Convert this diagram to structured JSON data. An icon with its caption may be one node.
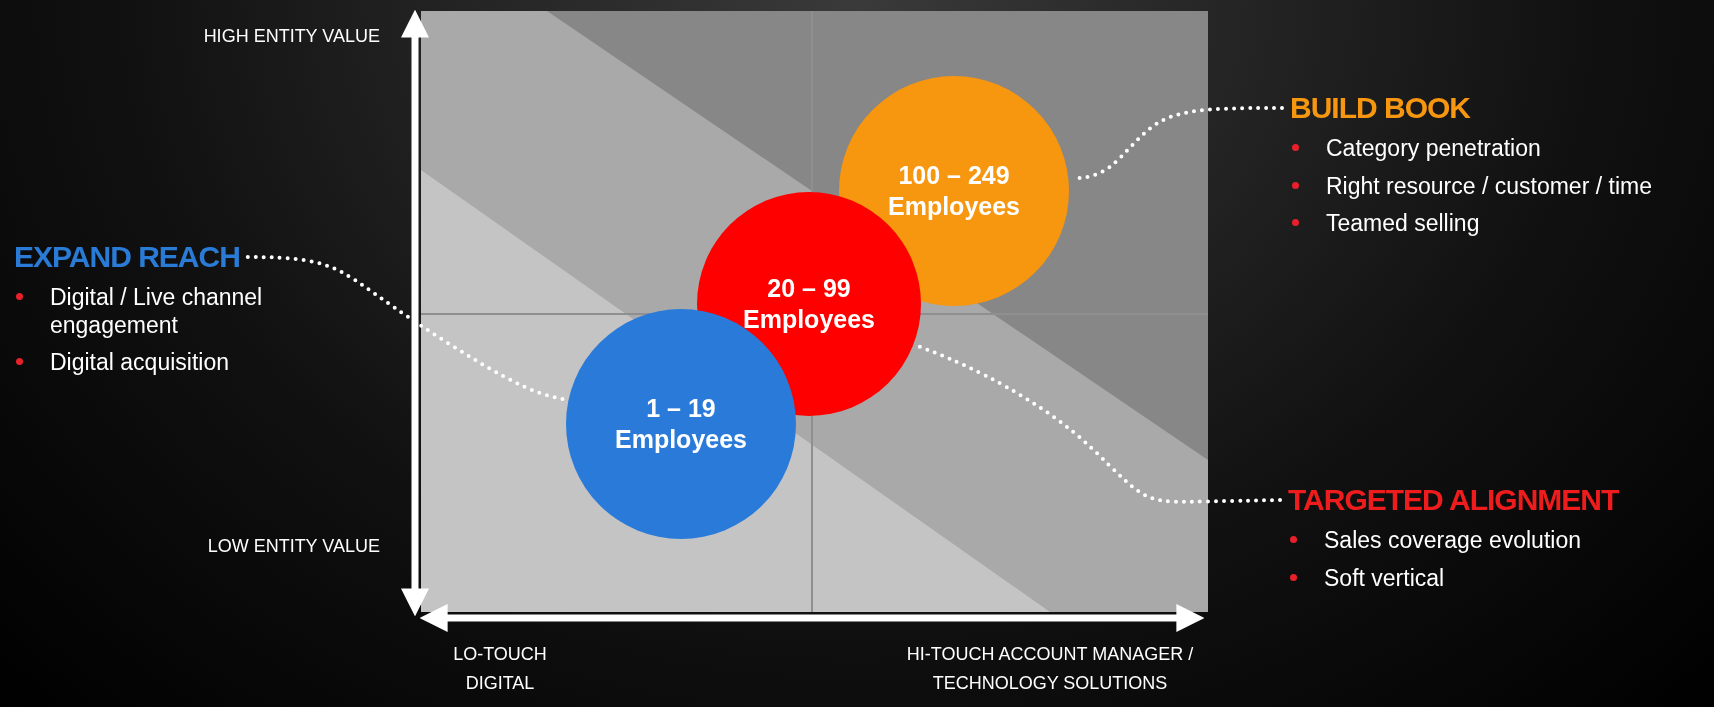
{
  "diagram": {
    "nodes": [
      {
        "text": [
          "EXPAND REACH",
          "Digital / Live channel engagement",
          "Digital acquisition"
        ]
      },
      {
        "text": [
          "100 – 249 Employees"
        ]
      },
      {
        "text": [
          "BUILD BOOK",
          "Category penetration",
          "Right resource / customer / time",
          "Teamed selling"
        ]
      },
      {
        "text": [
          "20 – 99 Employees"
        ]
      },
      {
        "text": [
          "1 – 19 Employees"
        ]
      },
      {
        "text": [
          "TARGETED ALIGNMENT",
          "Sales coverage evolution",
          "Soft vertical"
        ]
      }
    ],
    "edges": [
      {
        "from": 0,
        "to": 4,
        "arrow": "none"
      },
      {
        "from": 2,
        "to": 1,
        "arrow": "none"
      },
      {
        "from": 5,
        "to": 3,
        "arrow": "none"
      }
    ],
    "labels": [
      "HIGH ENTITY VALUE",
      "LOW ENTITY VALUE",
      "LO-TOUCH DIGITAL",
      "HI-TOUCH ACCOUNT MANAGER / TECHNOLOGY SOLUTIONS"
    ]
  }
}
